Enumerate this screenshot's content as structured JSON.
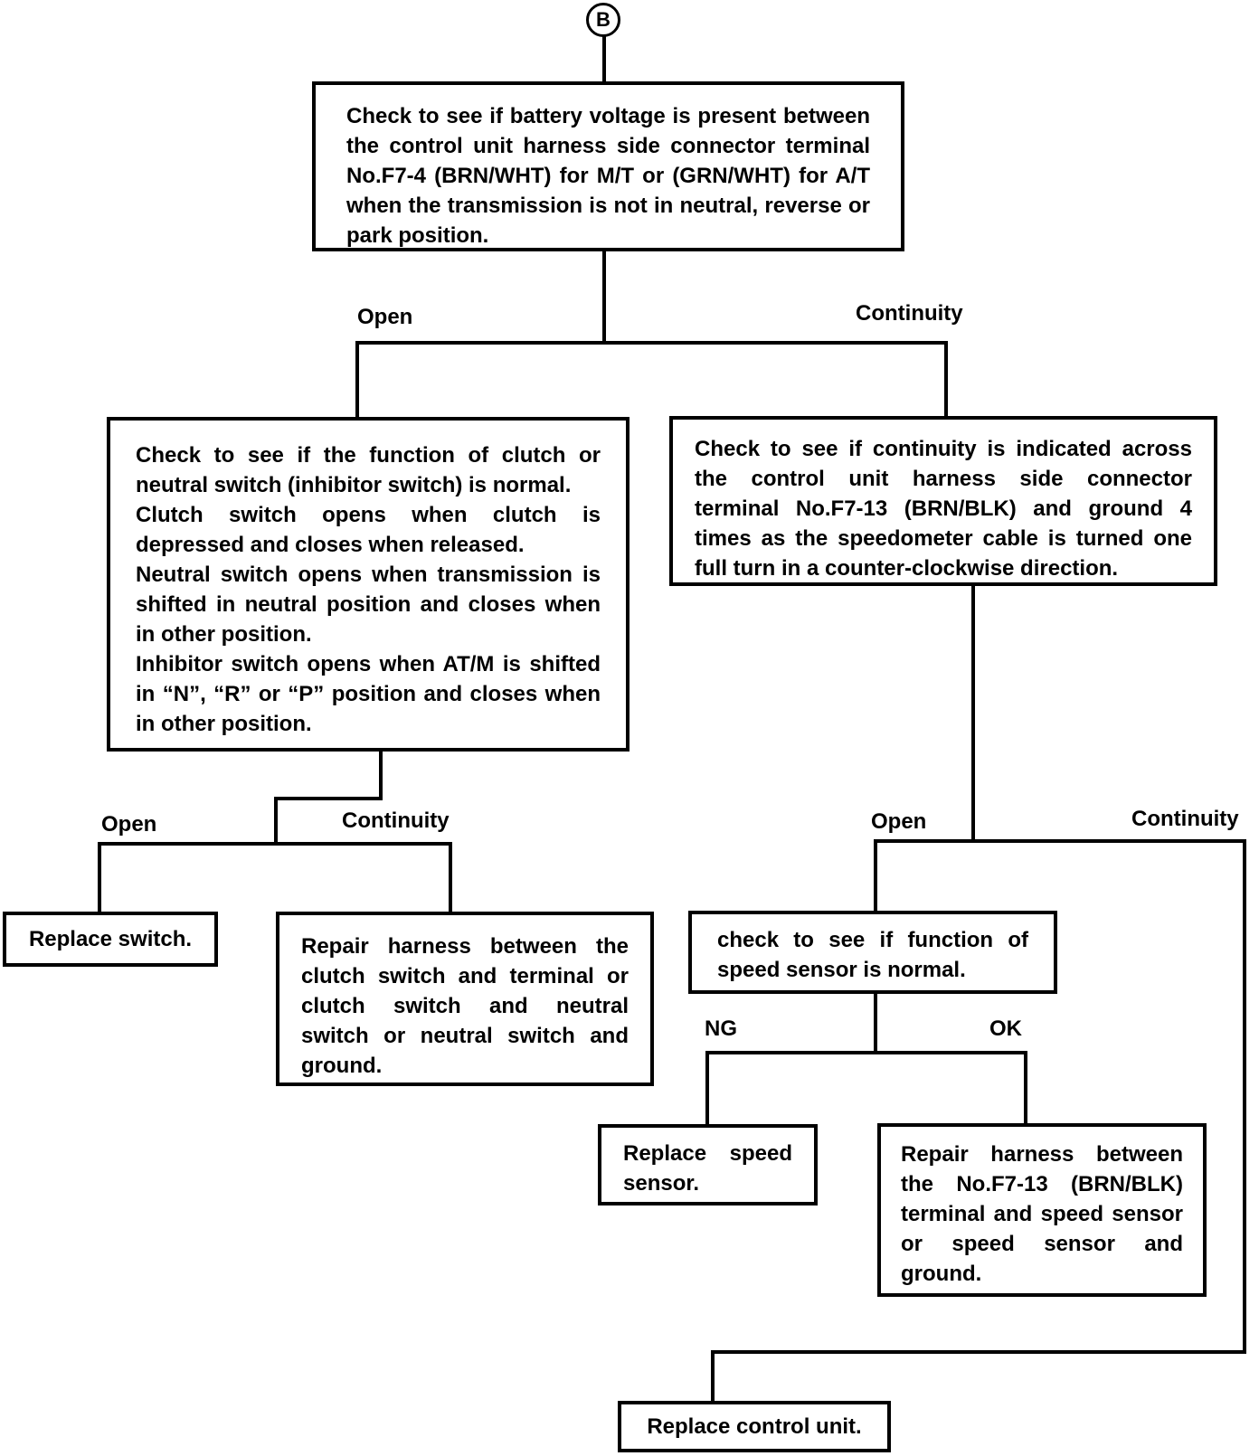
{
  "diagram": {
    "connector_label": "B",
    "nodes": {
      "battery_check": {
        "text": "Check to see if battery voltage is present between the control unit harness side connector terminal No.F7-4 (BRN/WHT) for M/T or (GRN/WHT) for A/T when the transmission is not in neutral, reverse or park position."
      },
      "clutch_neutral_check": {
        "paragraphs": [
          "Check to see if the function of clutch or neutral switch (inhibitor switch) is normal.",
          "Clutch switch opens when clutch is depressed and closes when released.",
          "Neutral switch opens when transmission is shifted in neutral position and closes when in other position.",
          "Inhibitor switch opens when AT/M is shifted in “N”, “R” or “P” position and closes when in other position."
        ]
      },
      "continuity_check": {
        "text": "Check to see if continuity is indicated across the control unit harness side connector terminal No.F7-13 (BRN/BLK) and ground 4 times as the speedometer cable is turned one full turn in a counter-clockwise direction."
      },
      "replace_switch": {
        "text": "Replace switch."
      },
      "repair_harness_clutch": {
        "text": "Repair harness between the clutch switch and terminal or clutch switch and neutral switch or neutral switch and ground."
      },
      "speed_sensor_check": {
        "text": "check to see if function of speed sensor is normal."
      },
      "replace_speed_sensor": {
        "text": "Replace speed sensor."
      },
      "repair_harness_f713": {
        "text": "Repair harness between the No.F7-13 (BRN/BLK) terminal and speed sensor or speed sensor and ground."
      },
      "replace_control_unit": {
        "text": "Replace control unit."
      }
    },
    "labels": {
      "branch1_open": "Open",
      "branch1_continuity": "Continuity",
      "branch2_open": "Open",
      "branch2_continuity": "Continuity",
      "branch3_open": "Open",
      "branch3_continuity": "Continuity",
      "branch4_ng": "NG",
      "branch4_ok": "OK"
    },
    "colors": {
      "ink": "#000000",
      "paper": "#ffffff"
    }
  }
}
